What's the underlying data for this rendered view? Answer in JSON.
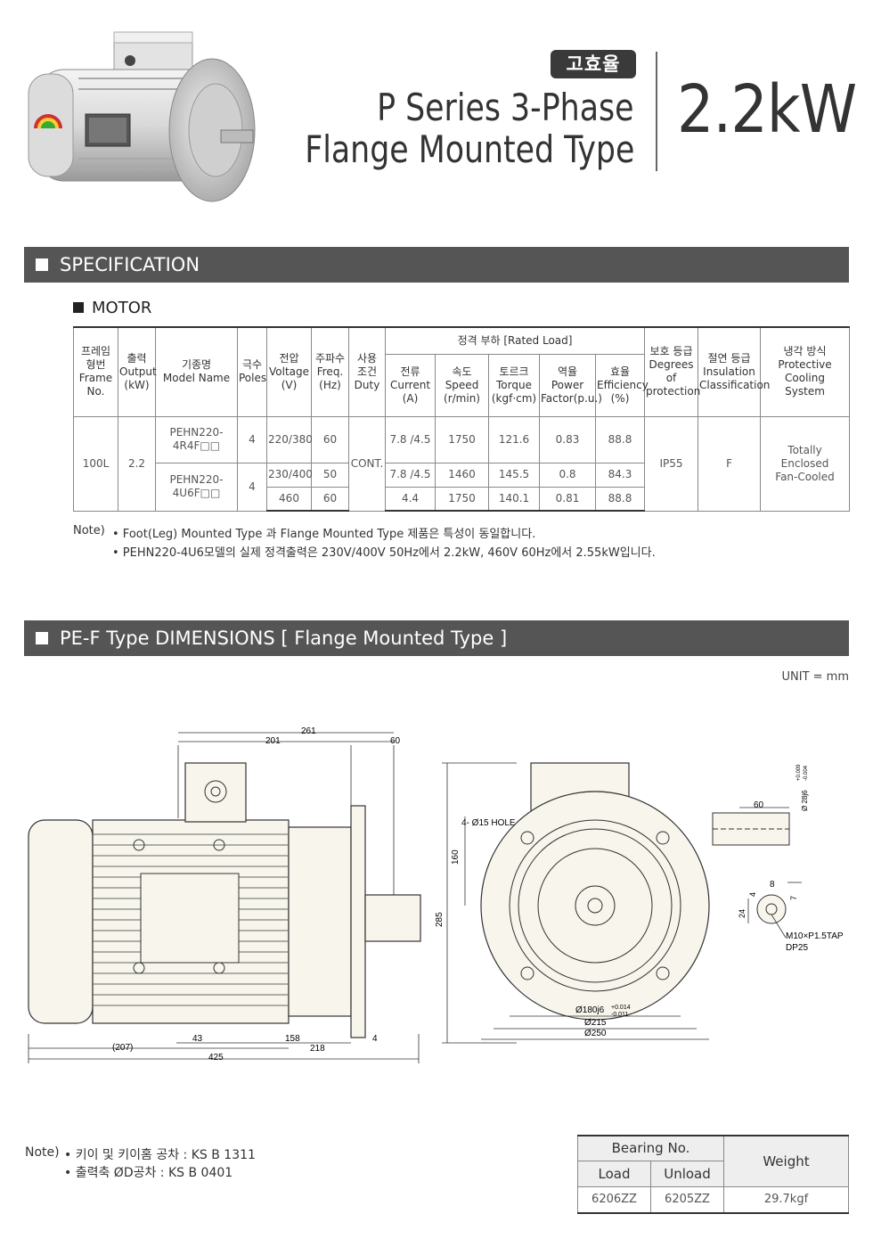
{
  "header": {
    "badge": "고효율",
    "title_line1": "P  Series 3-Phase",
    "title_line2": "Flange Mounted Type",
    "power": "2.2kW"
  },
  "sections": {
    "specification": "SPECIFICATION",
    "motor": "MOTOR",
    "dimensions": "PE-F Type DIMENSIONS [ Flange Mounted Type ]"
  },
  "spec_table": {
    "headers": {
      "frame": [
        "프레임",
        "형번",
        "Frame",
        "No."
      ],
      "output": [
        "출력",
        "Output",
        "(kW)"
      ],
      "model": [
        "기종명",
        "Model Name"
      ],
      "poles": [
        "극수",
        "Poles"
      ],
      "voltage": [
        "전압",
        "Voltage",
        "(V)"
      ],
      "freq": [
        "주파수",
        "Freq.",
        "(Hz)"
      ],
      "duty": [
        "사용",
        "조건",
        "Duty"
      ],
      "rated_load": "정격 부하 [Rated Load]",
      "current": [
        "전류",
        "Current",
        "(A)"
      ],
      "speed": [
        "속도",
        "Speed",
        "(r/min)"
      ],
      "torque": [
        "토르크",
        "Torque",
        "(kgf·cm)"
      ],
      "power_factor": [
        "역율",
        "Power",
        "Factor(p.u.)"
      ],
      "efficiency": [
        "효율",
        "Efficiency",
        "(%)"
      ],
      "protection": [
        "보호 등급",
        "Degrees",
        "of",
        "protection"
      ],
      "insulation": [
        "절연 등급",
        "Insulation",
        "Classification"
      ],
      "cooling": [
        "냉각 방식",
        "Protective",
        "Cooling",
        "System"
      ]
    },
    "frame": "100L",
    "output": "2.2",
    "duty": "CONT.",
    "protection": "IP55",
    "insulation": "F",
    "cooling": [
      "Totally",
      "Enclosed",
      "Fan-Cooled"
    ],
    "model1": {
      "name": [
        "PEHN220-",
        "4R4F□□"
      ],
      "poles": "4",
      "voltage": "220/380",
      "freq": "60",
      "current": "7.8 /4.5",
      "speed": "1750",
      "torque": "121.6",
      "pf": "0.83",
      "eff": "88.8"
    },
    "model2": {
      "name": [
        "PEHN220-",
        "4U6F□□"
      ],
      "poles": "4",
      "rows": [
        {
          "voltage": "230/400",
          "freq": "50",
          "current": "7.8 /4.5",
          "speed": "1460",
          "torque": "145.5",
          "pf": "0.8",
          "eff": "84.3"
        },
        {
          "voltage": "460",
          "freq": "60",
          "current": "4.4",
          "speed": "1750",
          "torque": "140.1",
          "pf": "0.81",
          "eff": "88.8"
        }
      ]
    }
  },
  "spec_notes": {
    "label": "Note)",
    "line1": "• Foot(Leg) Mounted Type 과 Flange Mounted Type 제품은 특성이 동일합니다.",
    "line2": "• PEHN220-4U6모델의 실제 정격출력은 230V/400V 50Hz에서 2.2kW, 460V 60Hz에서 2.55kW입니다."
  },
  "unit": "UNIT = mm",
  "dims": {
    "d261": "261",
    "d201": "201",
    "d60": "60",
    "d160": "160",
    "d285": "285",
    "d43": "43",
    "d158": "158",
    "d4": "4",
    "d207": "(207)",
    "d218": "218",
    "d425": "425",
    "hole": "4- Ø15 HOLE",
    "d180": "Ø180j6",
    "d180_tol_up": "+0.014",
    "d180_tol_dn": "-0.011",
    "d215": "Ø215",
    "d250": "Ø250",
    "shaft_d": "Ø 28j6",
    "shaft_tol_up": "+0.009",
    "shaft_tol_dn": "-0.004",
    "shaft60": "60",
    "key4": "4",
    "key8": "8",
    "key7": "7",
    "key24": "24",
    "tap": "M10×P1.5TAP",
    "dp": "DP25"
  },
  "bottom_notes": {
    "label": "Note)",
    "line1": "• 키이 및 키이홈 공차 : KS B 1311",
    "line2": "• 출력축 ØD공차 : KS B 0401"
  },
  "bearing_table": {
    "bearing_label": "Bearing No.",
    "weight_label": "Weight",
    "load_label": "Load",
    "unload_label": "Unload",
    "load": "6206ZZ",
    "unload": "6205ZZ",
    "weight": "29.7kgf"
  }
}
